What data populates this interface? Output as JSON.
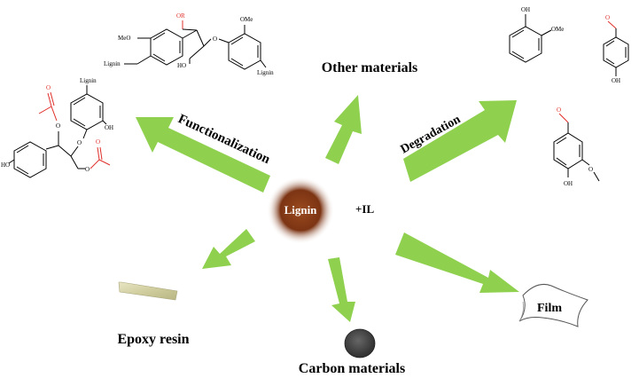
{
  "center": {
    "label": "Lignin",
    "suffix": "+IL"
  },
  "arrow_labels": {
    "functionalization": "Functionalization",
    "degradation": "Degradation"
  },
  "products": {
    "other_materials": "Other materials",
    "epoxy_resin": "Epoxy resin",
    "carbon_materials": "Carbon materials",
    "film": "Film"
  },
  "structures": {
    "top_left": {
      "meo": "MeO",
      "ome": "OMe",
      "or_group": "OR",
      "ho": "HO",
      "lignin_left": "Lignin",
      "lignin_right": "Lignin"
    },
    "left": {
      "lignin": "Lignin",
      "oh": "OH",
      "ho": "HO"
    },
    "guaiacol": {
      "oh": "OH",
      "ome": "OMe"
    },
    "hydroxybenzaldehyde": {
      "oh": "OH"
    },
    "vanillin": {
      "oh": "OH"
    }
  },
  "colors": {
    "arrow": "#8fd14f",
    "red_groups": "#e0302b",
    "lignin_sphere": "#8b3a14"
  }
}
